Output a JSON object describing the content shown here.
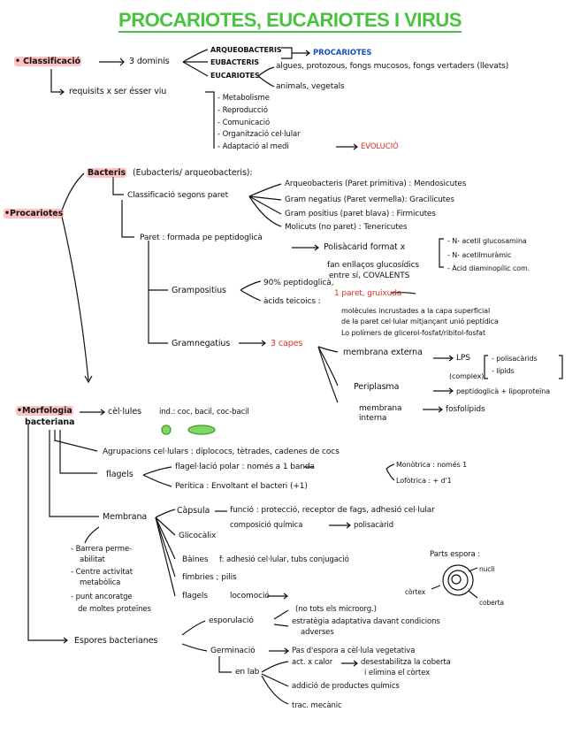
{
  "title": "PROCARIOTES, EUCARIOTES I VIRUS",
  "sec1": {
    "classificacio": "• Classificació",
    "tres_dominis": "3 dominis",
    "arqueobacteris": "ARQUEOBACTERIS",
    "eubacteris": "EUBACTERIS",
    "eucariotes": "EUCARIOTES",
    "procariotes": "PROCARIOTES",
    "euc_desc1": "algues, protozous, fongs mucosos, fongs vertaders (llevats)",
    "euc_desc2": "animals, vegetals",
    "requisits": "requisits x ser ésser viu",
    "req1": "- Metabolisme",
    "req2": "- Reproducció",
    "req3": "- Comunicació",
    "req4": "- Organització cel·lular",
    "req5": "- Adaptació al medi",
    "evolucio": "EVOLUCIÓ"
  },
  "sec2": {
    "procariotes": "•Procariotes",
    "bacteris": "Bacteris",
    "bacteris_sub": "(Eubacteris/ arqueobacteris):",
    "class_paret": "Classificació segons paret",
    "cp1": "Arqueobacteris (Paret primitiva) : Mendosicutes",
    "cp2": "Gram negatius (Paret vermella): Gracilicutes",
    "cp3": "Gram positius (paret blava) : Firmicutes",
    "cp4": "Molicuts (no paret) : Tenericutes",
    "paret": "Paret : formada pe peptidoglicà",
    "polisacarid": "Polisàcarid format x",
    "n_acetil1": "- N- acetil glucosamina",
    "n_acetil2": "- N- acetilmuràmic",
    "acid_dam": "- Àcid diaminopílic com.",
    "enllasos": "fan enllaços glucosídics",
    "entre": "entre sí, COVALENTS",
    "grampositius": "Grampositius",
    "gp1": "90% peptidoglicà,",
    "paret_gruixuda": "1 paret, gruixuda",
    "gp2": "àcids teicoics :",
    "gp2a": "molècules incrustades a la capa superficial",
    "gp2b": "de la paret cel·lular mitjançant unió peptídica",
    "gp2c": "Lo polímers de glicerol-fosfat/ribitol-fosfat",
    "gramnegatius": "Gramnegatius",
    "tres_capes": "3 capes",
    "membrana_ext": "membrana externa",
    "lps": "LPS",
    "polisac": "- polisacàrids",
    "lipids": "- lípids",
    "complex": "(complex)",
    "periplasma": "Periplasma",
    "pept_lipo": "peptidoglicà + lipoproteïna",
    "membrana_int": "membrana interna",
    "fosfolipids": "fosfolípids"
  },
  "sec3": {
    "morfologia": "•Morfologia",
    "bacteriana": "bacteriana",
    "cellules": "cèl·lules",
    "formes": "ind.: coc, bacil, coc-bacil",
    "agrupacions": "Agrupacions cel·lulars : diplococs, tètrades, cadenes de cocs",
    "flagels": "flagels",
    "flagel_lacio": "flagel·lació polar : només a 1 banda",
    "monotrica": "Monòtrica : només 1",
    "lofotrica": "Lofòtrica : + d'1",
    "peritica": "Perítica : Envoltant el bacteri (+1)",
    "membrana": "Membrana",
    "capsula": "Càpsula",
    "funcio": "funció : protecció, receptor de fags, adhesió cel·lular",
    "composicio": "composició química",
    "polisacarid": "polisacàrid",
    "glicocalix": "Glicocàlix",
    "baines": "Bàines",
    "f_adhesio": "f: adhesió cel·lular, tubs conjugació",
    "fimbries": "fímbries ; pilis",
    "flagels2": "flagels",
    "locomocio": "locomoció",
    "barrera": "- Barrera perme-",
    "barrera2": "abilitat",
    "centre": "- Centre activitat",
    "centre2": "metabòlica",
    "punt": "- punt ancoratge",
    "punt2": "de moltes proteïnes",
    "parts_espora": "Parts espora :",
    "nucli": "nucli",
    "cortex": "còrtex",
    "coberta": "coberta",
    "espores": "Espores bacterianes",
    "esporulacio": "esporulació",
    "no_tots": "(no tots els microorg.)",
    "estrategia": "estratègia adaptativa davant condicions",
    "adverses": "adverses",
    "germinacio": "Germinació",
    "pas_espora": "Pas d'espora a cèl·lula vegetativa",
    "en_lab": "en lab",
    "act_calor": "act. x calor",
    "desestab": "desestabilitza la coberta",
    "elimina": "i elimina el còrtex",
    "addicio": "addició de productes químics",
    "trac": "trac. mecànic"
  }
}
